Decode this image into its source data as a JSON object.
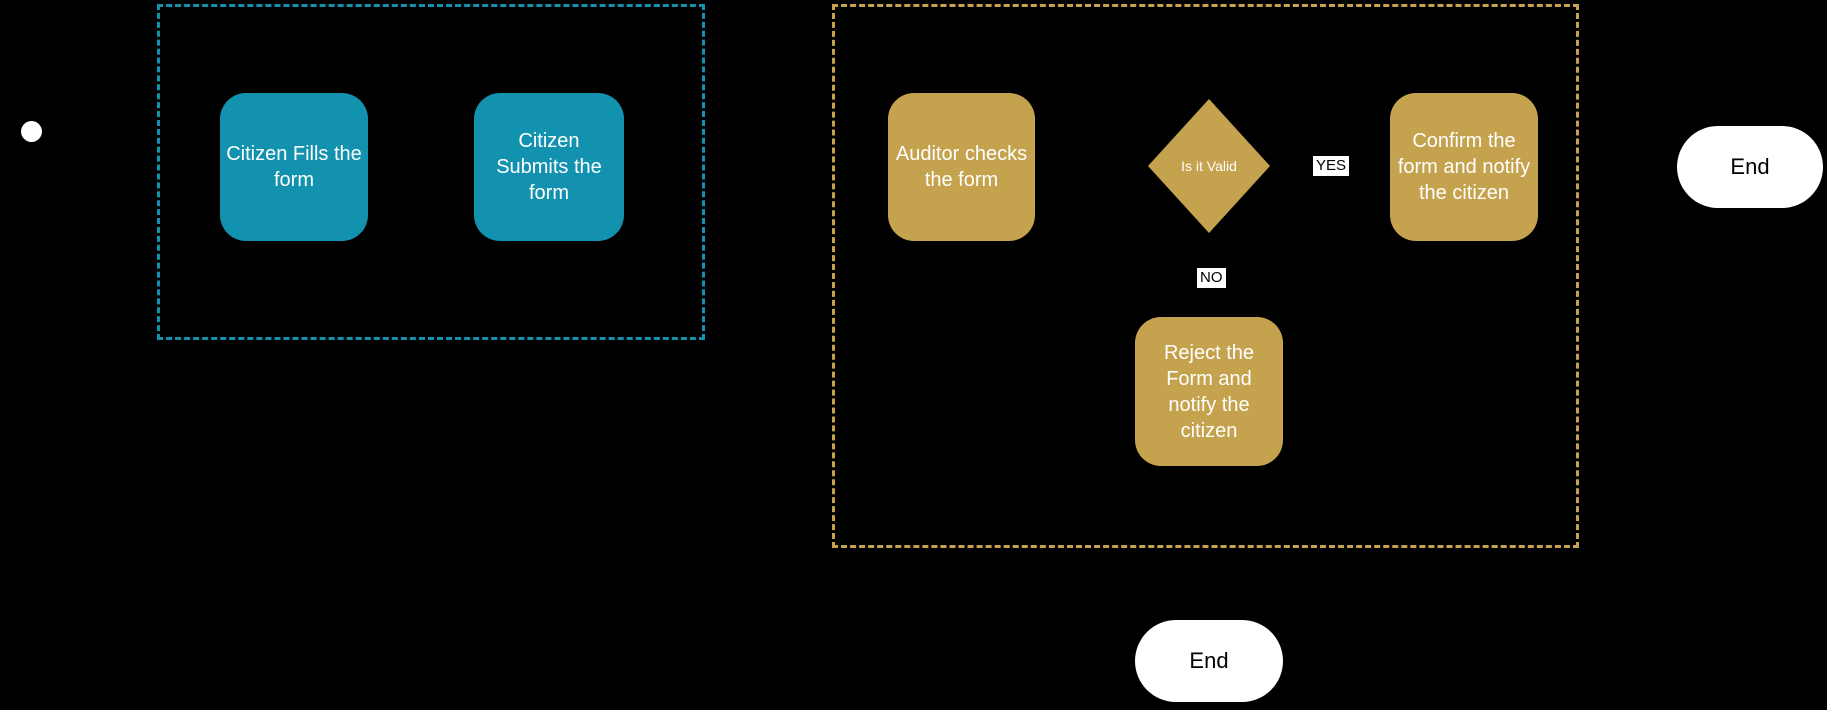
{
  "canvas": {
    "background": "#000000"
  },
  "colors": {
    "citizen_lane": "#1292AF",
    "auditor_lane": "#C5A24E",
    "node_text": "#ffffff",
    "end_fill": "#ffffff",
    "end_text": "#000000",
    "edge_label_bg": "#ffffff",
    "edge_label_text": "#000000"
  },
  "lanes": {
    "citizen": {
      "color": "#1292AF"
    },
    "auditor": {
      "color": "#C5A24E"
    }
  },
  "nodes": {
    "start": {
      "type": "start-circle"
    },
    "fill_form": {
      "label": "Citizen Fills the form",
      "color": "#1292AF",
      "shape": "rounded-rect"
    },
    "submit_form": {
      "label": "Citizen Submits the form",
      "color": "#1292AF",
      "shape": "rounded-rect"
    },
    "auditor_checks": {
      "label": "Auditor checks the form",
      "color": "#C5A24E",
      "shape": "rounded-rect"
    },
    "is_valid": {
      "label": "Is it Valid",
      "color": "#C5A24E",
      "shape": "diamond"
    },
    "confirm": {
      "label": "Confirm the form and notify the citizen",
      "color": "#C5A24E",
      "shape": "rounded-rect"
    },
    "reject": {
      "label": "Reject the Form and notify the citizen",
      "color": "#C5A24E",
      "shape": "rounded-rect"
    },
    "end_right": {
      "label": "End",
      "shape": "pill"
    },
    "end_bottom": {
      "label": "End",
      "shape": "pill"
    }
  },
  "edges": {
    "yes_label": "YES",
    "no_label": "NO"
  }
}
